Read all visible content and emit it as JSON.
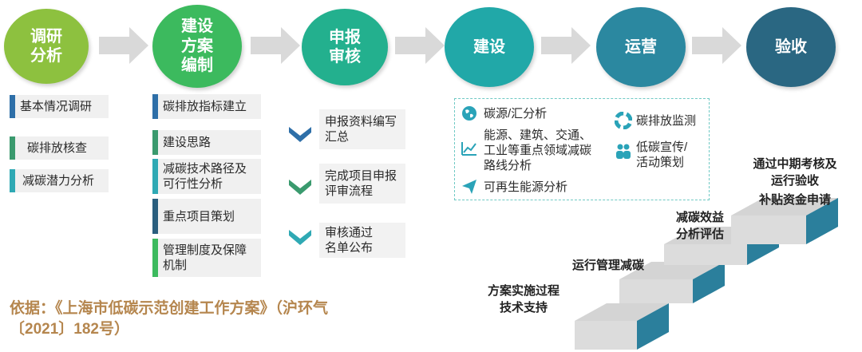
{
  "phases": [
    {
      "label": "调研\n分析",
      "color": "#8dc13f"
    },
    {
      "label": "建设\n方案\n编制",
      "color": "#3cba5e"
    },
    {
      "label": "申报\n审核",
      "color": "#23b08e"
    },
    {
      "label": "建设",
      "color": "#21a8a8"
    },
    {
      "label": "运营",
      "color": "#2b88a0"
    },
    {
      "label": "验收",
      "color": "#2a6782"
    }
  ],
  "research_items": [
    {
      "label": "基本情况调研",
      "color": "#2e6fa8"
    },
    {
      "label": "碳排放核查",
      "color": "#3a9a6e"
    },
    {
      "label": "减碳潜力分析",
      "color": "#2fa9b4"
    }
  ],
  "plan_items": [
    {
      "label": "碳排放指标建立",
      "color": "#2e6fa8"
    },
    {
      "label": "建设思路",
      "color": "#3a9a6e"
    },
    {
      "label": "减碳技术路径及\n可行性分析",
      "color": "#2fa9b4"
    },
    {
      "label": "重点项目策划",
      "color": "#2a5e7e"
    },
    {
      "label": "管理制度及保障\n机制",
      "color": "#3cba5e"
    }
  ],
  "review_items": [
    {
      "label": "申报资料编写\n汇总",
      "color": "#2e6fa8"
    },
    {
      "label": "完成项目申报\n评审流程",
      "color": "#3a9a6e"
    },
    {
      "label": "审核通过\n名单公布",
      "color": "#2fa9b4"
    }
  ],
  "construction_panel": {
    "items": [
      {
        "label": "碳源/汇分析",
        "icon": "globe-icon"
      },
      {
        "label": "能源、建筑、交通、\n工业等重点领域减碳\n路线分析",
        "icon": "trend-chart-icon"
      },
      {
        "label": "可再生能源分析",
        "icon": "paper-plane-icon"
      },
      {
        "label": "碳排放监测",
        "icon": "lifebuoy-icon"
      },
      {
        "label": "低碳宣传/\n活动策划",
        "icon": "people-icon"
      }
    ],
    "icon_color": "#2aa3b8"
  },
  "stairs": [
    {
      "label": "方案实施过程\n技术支持"
    },
    {
      "label": "运行管理减碳"
    },
    {
      "label": "减碳效益\n分析评估"
    },
    {
      "label": "通过中期考核及\n运行验收"
    },
    {
      "label": "补贴资金申请"
    }
  ],
  "stair_colors": {
    "face": "#d4d4d4",
    "side": "#2b7f9c"
  },
  "source": {
    "line1": "依据：《上海市低碳示范创建工作方案》（沪环气",
    "line2": "〔2021〕182号）"
  },
  "arrow_color": "#d9d9d9"
}
